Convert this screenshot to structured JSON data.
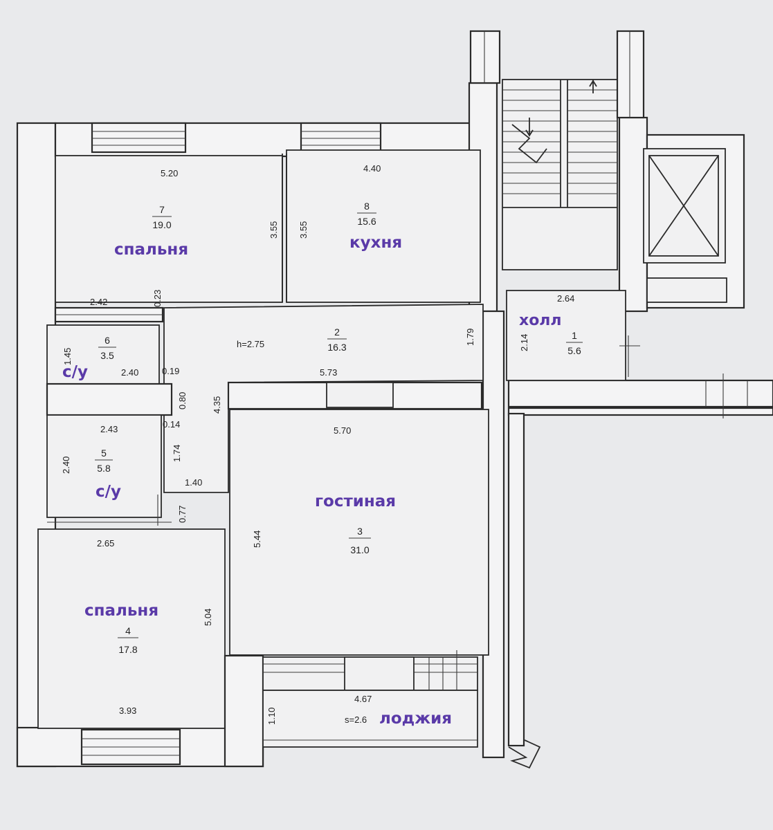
{
  "labels": {
    "bedroom_top": "спальня",
    "kitchen": "кухня",
    "hall": "холл",
    "bath1": "с/у",
    "bath2": "с/у",
    "living": "гостиная",
    "bedroom_bottom": "спальня",
    "loggia": "лоджия"
  },
  "rooms": {
    "r7": {
      "num": "7",
      "area": "19.0"
    },
    "r8": {
      "num": "8",
      "area": "15.6"
    },
    "r2": {
      "num": "2",
      "area": "16.3"
    },
    "r1": {
      "num": "1",
      "area": "5.6"
    },
    "r6": {
      "num": "6",
      "area": "3.5"
    },
    "r5": {
      "num": "5",
      "area": "5.8"
    },
    "r3": {
      "num": "3",
      "area": "31.0"
    },
    "r4": {
      "num": "4",
      "area": "17.8"
    }
  },
  "dims": {
    "d520": "5.20",
    "d440": "4.40",
    "d355a": "3.55",
    "d355b": "3.55",
    "d242": "2.42",
    "d023": "0.23",
    "d264": "2.64",
    "d214": "2.14",
    "d179": "1.79",
    "h": "h=2.75",
    "d145": "1.45",
    "d240a": "2.40",
    "d019": "0.19",
    "d573": "5.73",
    "d435": "4.35",
    "d080": "0.80",
    "d243": "2.43",
    "d014": "0.14",
    "d570": "5.70",
    "d240b": "2.40",
    "d174": "1.74",
    "d140": "1.40",
    "d077": "0.77",
    "d265": "2.65",
    "d544": "5.44",
    "d504": "5.04",
    "d393": "3.93",
    "d467": "4.67",
    "d110": "1.10",
    "s": "s=2.6"
  }
}
